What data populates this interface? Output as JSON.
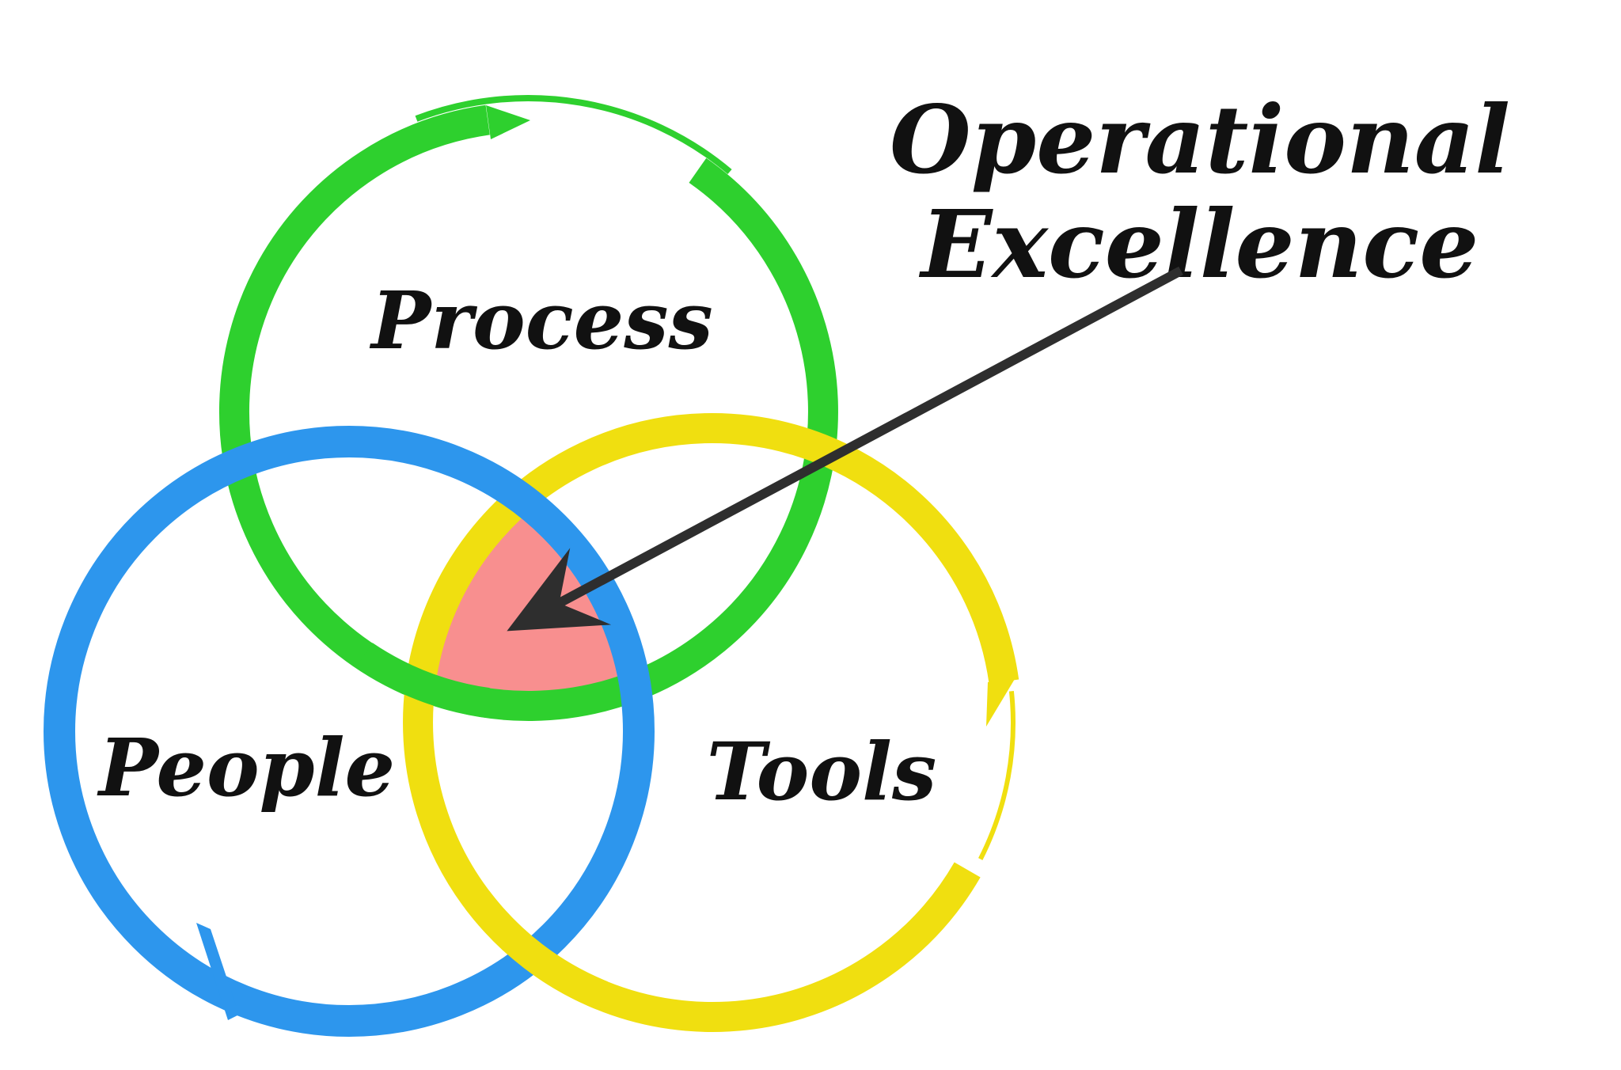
{
  "diagram": {
    "background": "#ffffff",
    "title": {
      "line1": "Operational",
      "line2": "Excellence"
    },
    "circles": [
      {
        "id": "process",
        "label": "Process",
        "color": "#2ed02e"
      },
      {
        "id": "people",
        "label": "People",
        "color": "#2d96ed"
      },
      {
        "id": "tools",
        "label": "Tools",
        "color": "#f0df10"
      }
    ],
    "intersection": {
      "color": "#f88f8f",
      "meaning_label_line1": "Operational",
      "meaning_label_line2": "Excellence"
    },
    "arrow": {
      "color": "#2e2e2e"
    },
    "text_color": "#111111"
  }
}
